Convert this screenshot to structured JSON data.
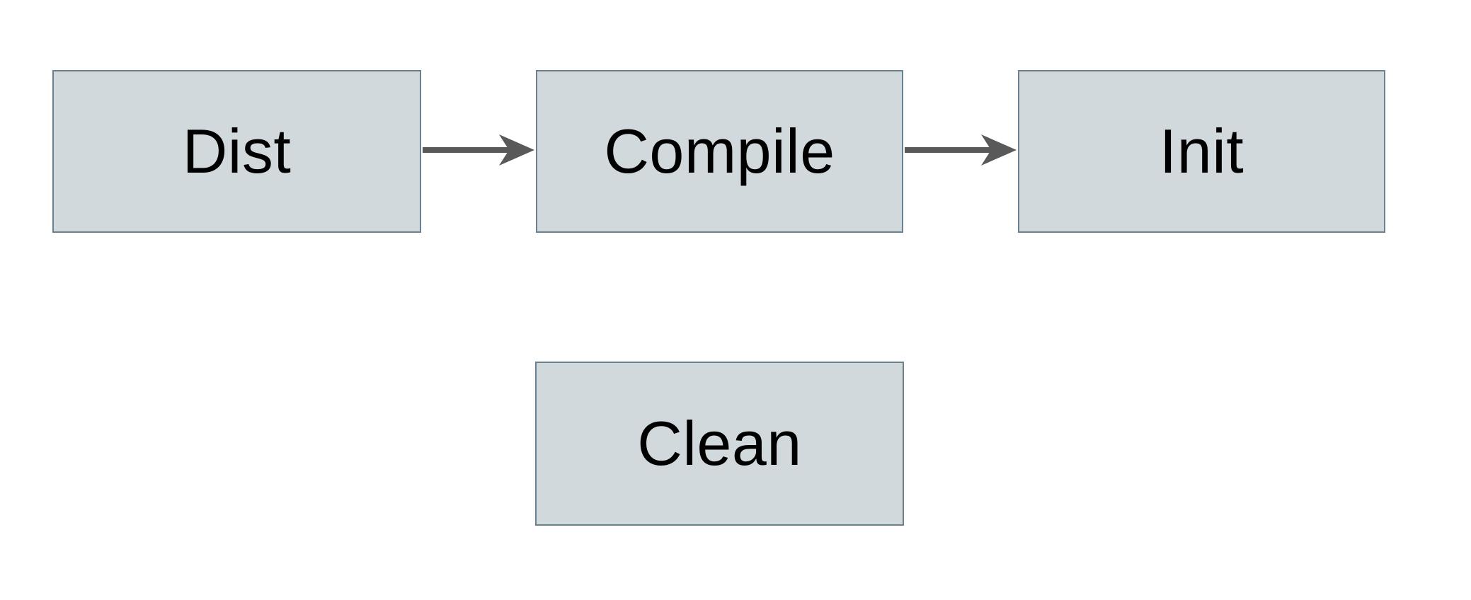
{
  "diagram": {
    "type": "flowchart",
    "background_color": "#ffffff",
    "nodes": [
      {
        "id": "dist",
        "label": "Dist"
      },
      {
        "id": "compile",
        "label": "Compile"
      },
      {
        "id": "init",
        "label": "Init"
      },
      {
        "id": "clean",
        "label": "Clean"
      }
    ],
    "edges": [
      {
        "from": "Dist",
        "to": "Compile",
        "direction": "right"
      },
      {
        "from": "Compile",
        "to": "Init",
        "direction": "right"
      }
    ],
    "colors": {
      "node_fill": "#d2d9dc",
      "node_border": "#6a8190",
      "arrow": "#595959",
      "text": "#000000"
    }
  }
}
